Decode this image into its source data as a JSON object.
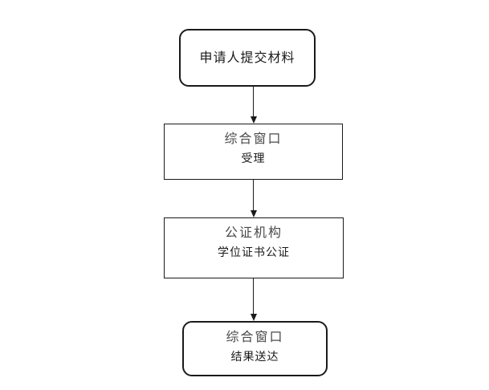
{
  "diagram": {
    "type": "flowchart",
    "orientation": "vertical",
    "colors": {
      "background": "#ffffff",
      "node_border": "#1a1a1a",
      "heading_text": "#4a4a4a",
      "body_text": "#1a1a1a",
      "arrow": "#1a1a1a"
    },
    "nodes": [
      {
        "id": "start",
        "shape": "rounded-rectangle",
        "lines": [
          "申请人提交材料"
        ]
      },
      {
        "id": "accept",
        "shape": "rectangle",
        "lines": [
          "综合窗口",
          "受理"
        ]
      },
      {
        "id": "notary",
        "shape": "rectangle",
        "lines": [
          "公证机构",
          "学位证书公证"
        ]
      },
      {
        "id": "end",
        "shape": "rounded-rectangle",
        "lines": [
          "综合窗口",
          "结果送达"
        ]
      }
    ],
    "connectors": [
      {
        "from": "start",
        "to": "accept",
        "style": "arrow-down"
      },
      {
        "from": "accept",
        "to": "notary",
        "style": "arrow-down"
      },
      {
        "from": "notary",
        "to": "end",
        "style": "arrow-down"
      }
    ]
  }
}
